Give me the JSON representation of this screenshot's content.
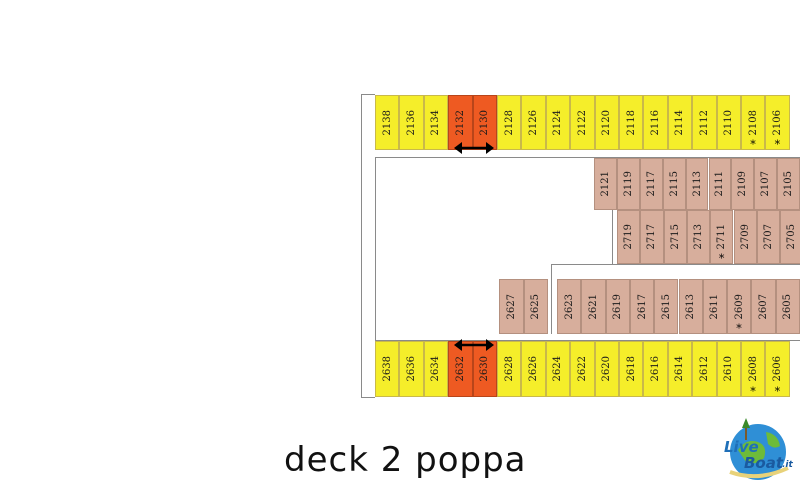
{
  "title": "deck 2 poppa",
  "logo": {
    "word1": "Live",
    "word2": "Boat",
    "suffix": ".it"
  },
  "legend_colors": {
    "yellow": "#f5ee2a",
    "orange": "#ee5a22",
    "tan": "#d7ae9c"
  },
  "rows": {
    "top_outer": [
      "2138",
      "2136",
      "2134",
      "2132",
      "2130",
      "2128",
      "2126",
      "2124",
      "2122",
      "2120",
      "2118",
      "2116",
      "2114",
      "2112",
      "2110",
      "2108",
      "2106"
    ],
    "inner_1": [
      "2121",
      "2119",
      "2117",
      "2115",
      "2113",
      "2111",
      "2109",
      "2107",
      "2105"
    ],
    "inner_2": [
      "2719",
      "2717",
      "2715",
      "2713",
      "2711",
      "2709",
      "2707",
      "2705"
    ],
    "inner_3": [
      "2627",
      "2625",
      "2623",
      "2621",
      "2619",
      "2617",
      "2615",
      "2613",
      "2611",
      "2609",
      "2607",
      "2605"
    ],
    "bottom_outer": [
      "2638",
      "2636",
      "2634",
      "2632",
      "2630",
      "2628",
      "2626",
      "2624",
      "2622",
      "2620",
      "2618",
      "2616",
      "2614",
      "2612",
      "2610",
      "2608",
      "2606"
    ]
  },
  "stars": [
    "2108",
    "2106",
    "2711",
    "2609",
    "2608",
    "2606"
  ],
  "symbols": {
    "star": "*"
  }
}
